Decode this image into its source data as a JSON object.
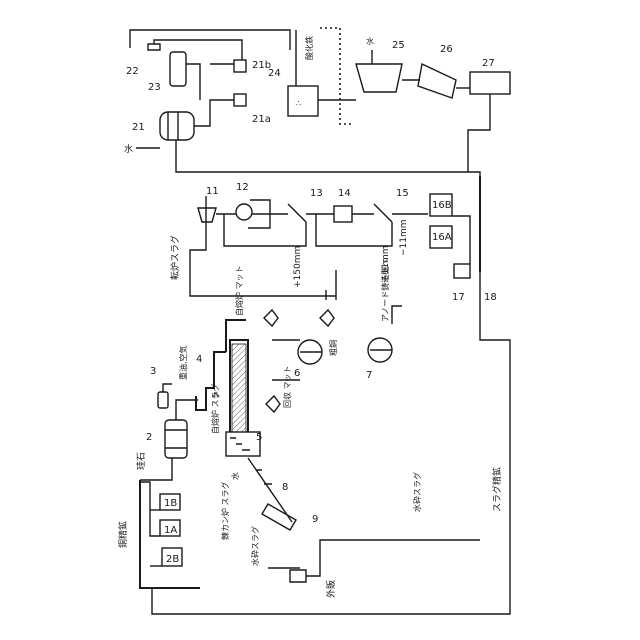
{
  "numbers": {
    "n1A": "1A",
    "n1B": "1B",
    "n2": "2",
    "n2B": "2B",
    "n3": "3",
    "n4": "4",
    "n5": "5",
    "n6": "6",
    "n7": "7",
    "n8": "8",
    "n9": "9",
    "n11": "11",
    "n12": "12",
    "n13": "13",
    "n14": "14",
    "n15": "15",
    "n16A": "16A",
    "n16B": "16B",
    "n17": "17",
    "n18": "18",
    "n21": "21",
    "n21a": "21a",
    "n21b": "21b",
    "n22": "22",
    "n23": "23",
    "n24": "24",
    "n25": "25",
    "n26": "26",
    "n27": "27"
  },
  "labels": {
    "copper_concentrate": "銅精鉱",
    "silica": "珪石",
    "heavy_oil_air": "重油,空気",
    "flash_furnace_mat": "自熔炉\nマット",
    "flash_furnace_slag": "自熔炉\nスラグ",
    "recovered_mat": "回収\nマット",
    "converter_slag_top": "転炉スラグ",
    "converter_slag_side": "錬カン炉\nスラグ",
    "crude_copper": "粗銅",
    "to_anode": "アノード鋳造機へ",
    "water_granulated_slag": "水砕スラグ",
    "water_granulated_slag_2": "水砕スラグ",
    "slag_concentrate": "スラグ精鉱",
    "outside_sale": "外販",
    "water_1": "水",
    "water_2": "水",
    "water_3": "水",
    "iron_oxide": "酸化鉄",
    "size_plus150": "+150mm",
    "size_plus11": "+11mm",
    "size_minus11": "−11mm"
  }
}
